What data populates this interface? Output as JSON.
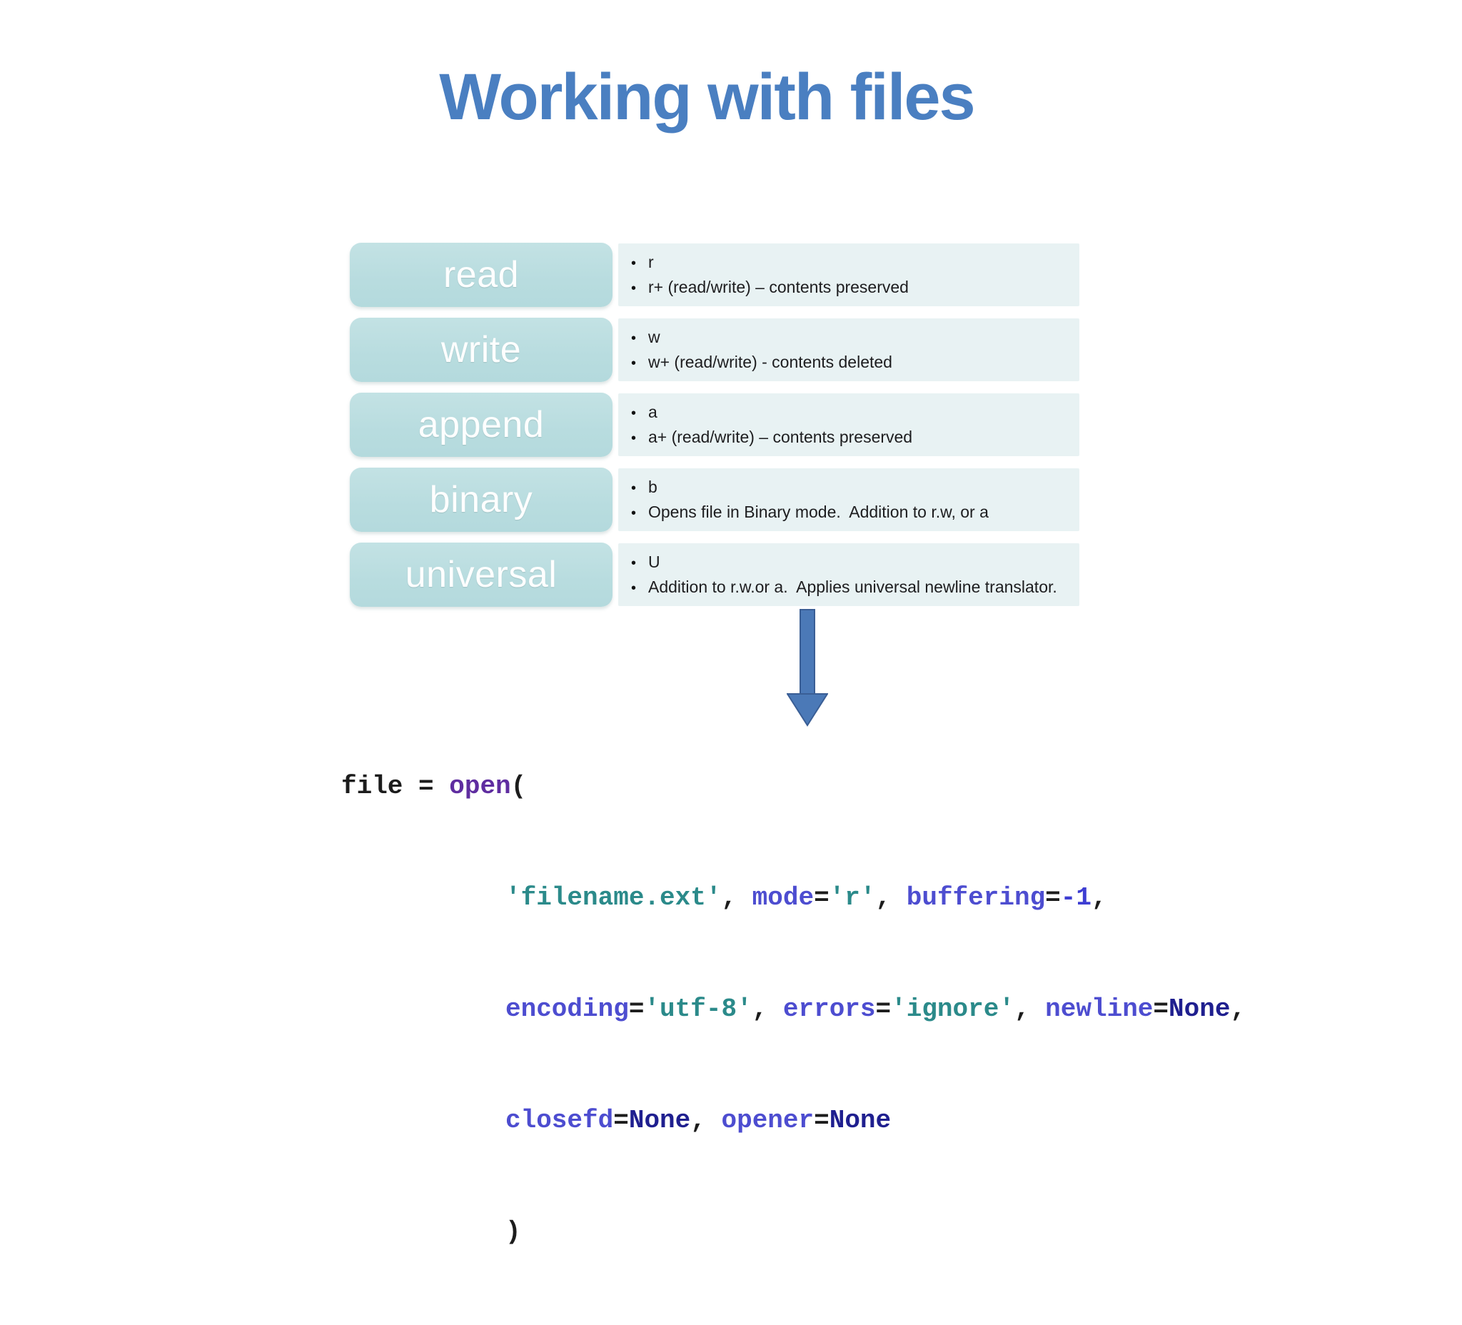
{
  "slide": {
    "title": "Working with files",
    "modes": [
      {
        "label": "read",
        "bullets": [
          "r",
          "r+ (read/write) – contents preserved"
        ]
      },
      {
        "label": "write",
        "bullets": [
          "w",
          "w+ (read/write) - contents deleted"
        ]
      },
      {
        "label": "append",
        "bullets": [
          "a",
          "a+ (read/write) – contents preserved"
        ]
      },
      {
        "label": "binary",
        "bullets": [
          "b",
          "Opens file in Binary mode.  Addition to r.w, or a"
        ]
      },
      {
        "label": "universal",
        "bullets": [
          "U",
          "Addition to r.w.or a.  Applies universal newline translator."
        ]
      }
    ],
    "code": {
      "lines": [
        {
          "indent": false,
          "tokens": [
            {
              "t": "file = ",
              "c": "plain"
            },
            {
              "t": "open",
              "c": "func"
            },
            {
              "t": "(",
              "c": "plain"
            }
          ]
        },
        {
          "indent": true,
          "tokens": [
            {
              "t": "'filename.ext'",
              "c": "str"
            },
            {
              "t": ", ",
              "c": "plain"
            },
            {
              "t": "mode",
              "c": "arg"
            },
            {
              "t": "=",
              "c": "plain"
            },
            {
              "t": "'r'",
              "c": "str"
            },
            {
              "t": ", ",
              "c": "plain"
            },
            {
              "t": "buffering",
              "c": "arg"
            },
            {
              "t": "=",
              "c": "plain"
            },
            {
              "t": "-1",
              "c": "num"
            },
            {
              "t": ",",
              "c": "plain"
            }
          ]
        },
        {
          "indent": true,
          "tokens": [
            {
              "t": "encoding",
              "c": "arg"
            },
            {
              "t": "=",
              "c": "plain"
            },
            {
              "t": "'utf-8'",
              "c": "str"
            },
            {
              "t": ", ",
              "c": "plain"
            },
            {
              "t": "errors",
              "c": "arg"
            },
            {
              "t": "=",
              "c": "plain"
            },
            {
              "t": "'ignore'",
              "c": "str"
            },
            {
              "t": ", ",
              "c": "plain"
            },
            {
              "t": "newline",
              "c": "arg"
            },
            {
              "t": "=",
              "c": "plain"
            },
            {
              "t": "None",
              "c": "const"
            },
            {
              "t": ",",
              "c": "plain"
            }
          ]
        },
        {
          "indent": true,
          "tokens": [
            {
              "t": "closefd",
              "c": "arg"
            },
            {
              "t": "=",
              "c": "plain"
            },
            {
              "t": "None",
              "c": "const"
            },
            {
              "t": ", ",
              "c": "plain"
            },
            {
              "t": "opener",
              "c": "arg"
            },
            {
              "t": "=",
              "c": "plain"
            },
            {
              "t": "None",
              "c": "const"
            }
          ]
        },
        {
          "indent": true,
          "tokens": [
            {
              "t": ")",
              "c": "plain"
            }
          ]
        }
      ]
    },
    "colors": {
      "title": "#4a7fc1",
      "mode_box": "#bcdee1",
      "mode_panel": "#e8f2f3",
      "arrow_fill": "#4b79b7",
      "arrow_border": "#3a5e95",
      "code_plain": "#1c1c1c",
      "code_func": "#5f2da0",
      "code_arg": "#4d4dd0",
      "code_str": "#2b8a8a",
      "code_num": "#3d3dd2",
      "code_const": "#1f1f8f"
    }
  }
}
